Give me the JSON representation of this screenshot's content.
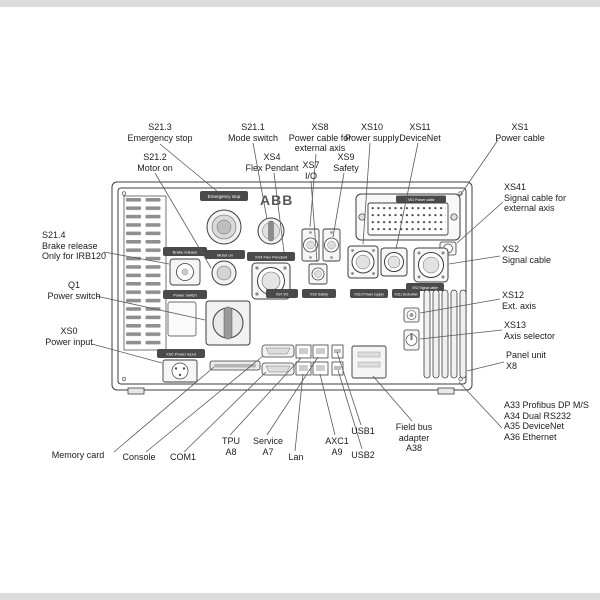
{
  "figure": {
    "brand": "ABB",
    "appearance": {
      "line_color": "#3d3d3d",
      "plate_color": "#4a4a4a",
      "plate_text_color": "#ffffff"
    }
  },
  "callouts": {
    "s21_3": {
      "lines": [
        "S21.3",
        "Emergency stop"
      ]
    },
    "s21_1": {
      "lines": [
        "S21.1",
        "Mode switch"
      ]
    },
    "xs8": {
      "lines": [
        "XS8",
        "Power cable for",
        "external axis"
      ]
    },
    "xs10": {
      "lines": [
        "XS10",
        "Power supply"
      ]
    },
    "xs11": {
      "lines": [
        "XS11",
        "DeviceNet"
      ]
    },
    "xs1": {
      "lines": [
        "XS1",
        "Power cable"
      ]
    },
    "s21_2": {
      "lines": [
        "S21.2",
        "Motor on"
      ]
    },
    "xs4": {
      "lines": [
        "XS4",
        "Flex Pendant"
      ]
    },
    "xs7": {
      "lines": [
        "XS7",
        "I/O"
      ]
    },
    "xs9": {
      "lines": [
        "XS9",
        "Safety"
      ]
    },
    "xs41": {
      "lines": [
        "XS41",
        "Signal cable for external axis"
      ]
    },
    "xs2": {
      "lines": [
        "XS2",
        "Signal cable"
      ]
    },
    "s21_4": {
      "lines": [
        "S21.4",
        "Brake release",
        "Only for IRB120"
      ]
    },
    "q1": {
      "lines": [
        "Q1",
        "Power switch"
      ]
    },
    "xs0": {
      "lines": [
        "XS0",
        "Power input"
      ]
    },
    "xs12": {
      "lines": [
        "XS12",
        "Ext. axis"
      ]
    },
    "xs13": {
      "lines": [
        "XS13",
        "Axis selector"
      ]
    },
    "panel_unit": {
      "lines": [
        "Panel unit",
        "X8"
      ]
    },
    "boards": {
      "lines": [
        "A33 Profibus DP M/S",
        "A34 Dual RS232",
        "A35 DeviceNet",
        "A36 Ethernet"
      ]
    },
    "memory_card": {
      "lines": [
        "Memory card"
      ]
    },
    "console": {
      "lines": [
        "Console"
      ]
    },
    "com1": {
      "lines": [
        "COM1"
      ]
    },
    "tpu": {
      "lines": [
        "TPU",
        "A8"
      ]
    },
    "service": {
      "lines": [
        "Service",
        "A7"
      ]
    },
    "lan": {
      "lines": [
        "Lan"
      ]
    },
    "axc1": {
      "lines": [
        "AXC1",
        "A9"
      ]
    },
    "usb1": {
      "lines": [
        "USB1"
      ]
    },
    "usb2": {
      "lines": [
        "USB2"
      ]
    },
    "fieldbus": {
      "lines": [
        "Field bus",
        "adapter",
        "A38"
      ]
    }
  },
  "plates": {
    "emergency": "Emergency stop",
    "brake": "Brake release",
    "motor": "Motor on",
    "flex_pendant": "XS4 Flex Pendant",
    "xs1": "XS1 Power cable",
    "xs2": "XS2 Signal cable",
    "xs7": "XS7 I/O",
    "xs9": "XS9 Safety",
    "xs10": "XS10 Power supply",
    "xs11": "XS11 DeviceNet",
    "power_switch": "Power switch",
    "xs0": "XS0 Power input"
  }
}
